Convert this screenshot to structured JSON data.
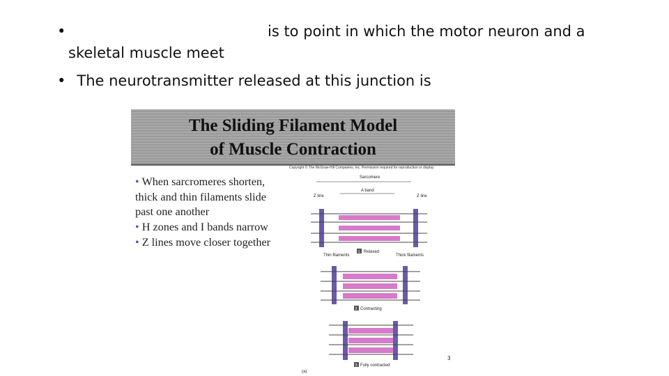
{
  "bullets": {
    "bullet1_part1": "is to point in which the motor neuron and a",
    "bullet1_part2": "skeletal muscle meet",
    "bullet2": "The neurotransmitter released at this junction is",
    "bullet_glyph": "•"
  },
  "figure": {
    "title_line1": "The Sliding Filament Model",
    "title_line2": "of Muscle Contraction",
    "copyright": "Copyright © The McGraw-Hill Companies, Inc. Permission required for reproduction or display",
    "points": [
      "When sarcromeres shorten, thick and thin filaments slide past one another",
      "H zones and I bands narrow",
      "Z lines move closer together"
    ],
    "labels": {
      "sarcomere": "Sarcomere",
      "a_band": "A band",
      "z_line_left": "Z line",
      "z_line_right": "Z line",
      "thin": "Thin filaments",
      "thick": "Thick filaments",
      "step1_num": "1",
      "step1": "Relaxed",
      "step2_num": "2",
      "step2": "Contracting",
      "step3_num": "3",
      "step3": "Fully contracted",
      "panel": "(a)"
    },
    "page_number": "3",
    "colors": {
      "z_disc": "#6a5aa8",
      "thick_filament": "#d77ac9",
      "banner": "#a3a3a3"
    }
  }
}
